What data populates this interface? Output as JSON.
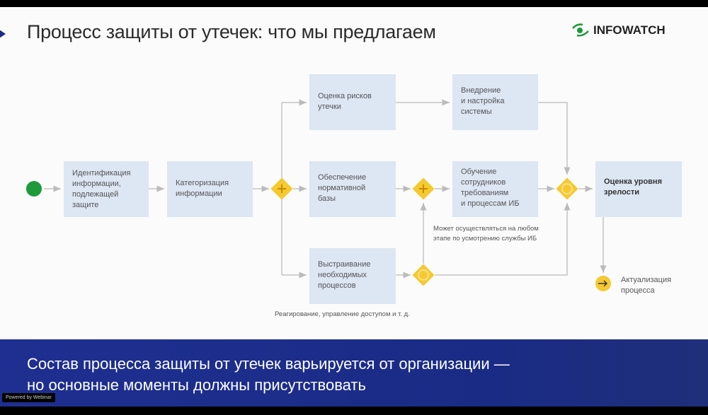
{
  "header": {
    "title": "Процесс защиты от утечек: что мы предлагаем",
    "logo": "INFOWATCH"
  },
  "diagram": {
    "boxes": {
      "identify": "Идентификация\nинформации,\nподлежащей\nзащите",
      "categorize": "Категоризация\nинформации",
      "risk": "Оценка рисков\nутечки",
      "norms": "Обеспечение\nнормативной\nбазы",
      "processes": "Выстраивание\nнеобходимых\nпроцессов",
      "deploy": "Внедрение\nи настройка\nсистемы",
      "training": "Обучение\nсотрудников\nтребованиям\nи процессам ИБ",
      "maturity": "Оценка уровня\nзрелости"
    },
    "end_label": "Актуализация\nпроцесса",
    "note_training": "Может осуществляться на любом\nэтапе по усмотрению службы ИБ",
    "note_processes": "Реагирование, управление доступом и т. д."
  },
  "footer": {
    "text": "Состав процесса защиты от утечек варьируется от организации —\nно основные моменты должны присутствовать",
    "badge": "Powered by Webinar"
  },
  "colors": {
    "accent": "#1e2f91",
    "gateway": "#f5c930",
    "start": "#1f9a3a",
    "box": "#dde6f3"
  }
}
